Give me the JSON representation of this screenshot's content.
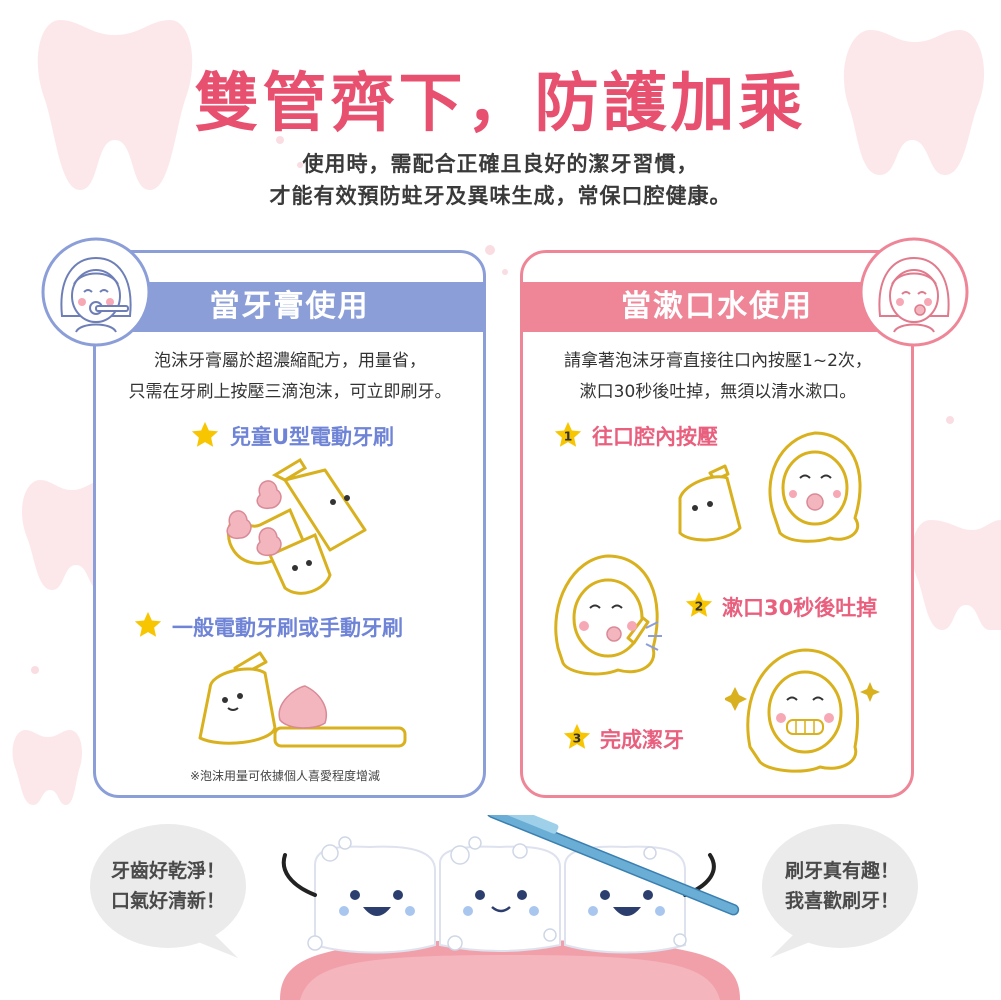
{
  "title": "雙管齊下，防護加乘",
  "subtitle_line1": "使用時，需配合正確且良好的潔牙習慣，",
  "subtitle_line2": "才能有效預防蛀牙及異味生成，常保口腔健康。",
  "left_panel": {
    "banner": "當牙膏使用",
    "desc_line1": "泡沫牙膏屬於超濃縮配方，用量省，",
    "desc_line2": "只需在牙刷上按壓三滴泡沫，可立即刷牙。",
    "heading1": "兒童U型電動牙刷",
    "heading2": "一般電動牙刷或手動牙刷",
    "note": "※泡沫用量可依據個人喜愛程度增減"
  },
  "right_panel": {
    "banner": "當漱口水使用",
    "desc_line1": "請拿著泡沫牙膏直接往口內按壓1~2次，",
    "desc_line2": "漱口30秒後吐掉，無須以清水漱口。",
    "steps": [
      {
        "num": "1",
        "label": "往口腔內按壓"
      },
      {
        "num": "2",
        "label": "漱口30秒後吐掉"
      },
      {
        "num": "3",
        "label": "完成潔牙"
      }
    ]
  },
  "bubbles": {
    "left_line1": "牙齒好乾淨！",
    "left_line2": "口氣好清新！",
    "right_line1": "刷牙真有趣！",
    "right_line2": "我喜歡刷牙！"
  },
  "colors": {
    "title": "#e8506f",
    "left_accent": "#8b9ed8",
    "right_accent": "#ef8698",
    "star": "#f7c600",
    "illustration": "#d9b11e"
  }
}
